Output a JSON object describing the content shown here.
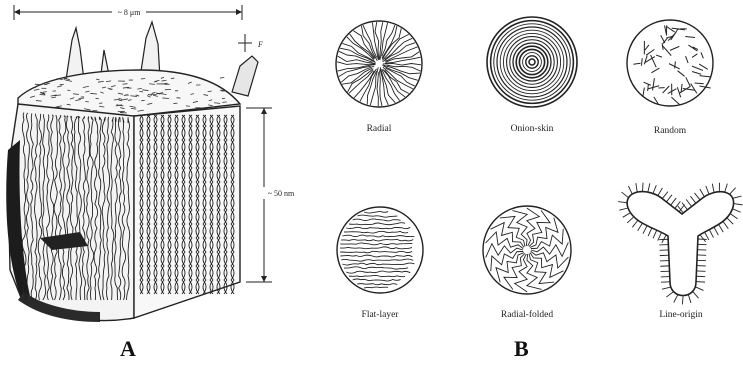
{
  "panel_a": {
    "letter": "A",
    "width_label": "~ 8 μm",
    "height_label": "~ 50 nm",
    "small_label": "F"
  },
  "panel_b": {
    "letter": "B",
    "captions": [
      "Radial",
      "Onion-skin",
      "Random",
      "Flat-layer",
      "Radial-folded",
      "Line-origin"
    ]
  }
}
